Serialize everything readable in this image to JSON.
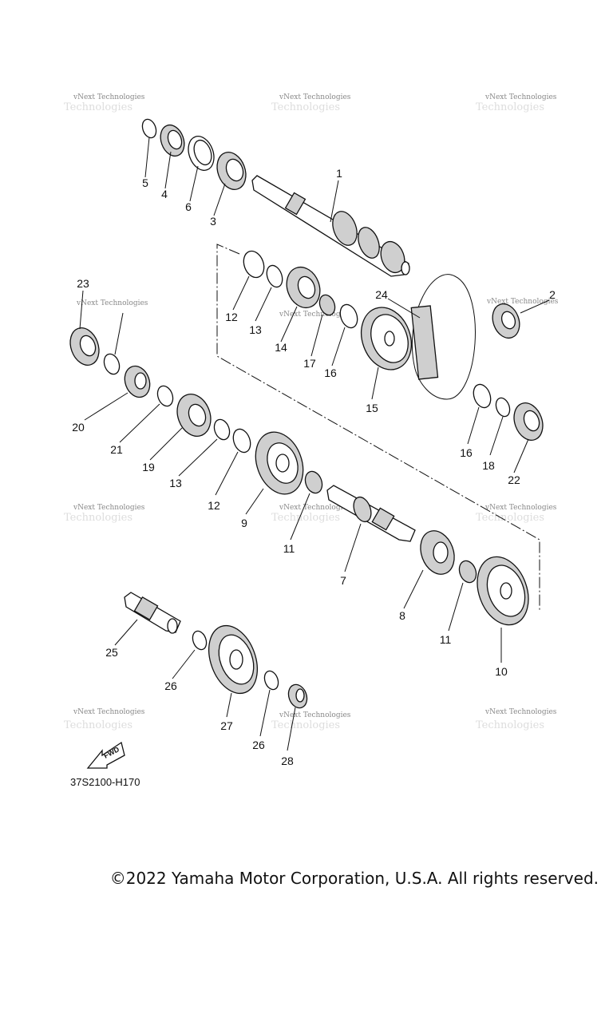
{
  "diagram": {
    "code": "37S2100-H170",
    "fwd_label": "FWD",
    "watermark": "vNext Technologies",
    "callouts": [
      "1",
      "2",
      "3",
      "4",
      "5",
      "6",
      "7",
      "8",
      "9",
      "10",
      "11",
      "11",
      "12",
      "12",
      "13",
      "13",
      "14",
      "15",
      "16",
      "16",
      "17",
      "18",
      "19",
      "20",
      "21",
      "22",
      "23",
      "24",
      "25",
      "26",
      "26",
      "27",
      "28"
    ]
  },
  "footer": {
    "copyright": "©2022 Yamaha Motor Corporation, U.S.A. All rights reserved."
  }
}
